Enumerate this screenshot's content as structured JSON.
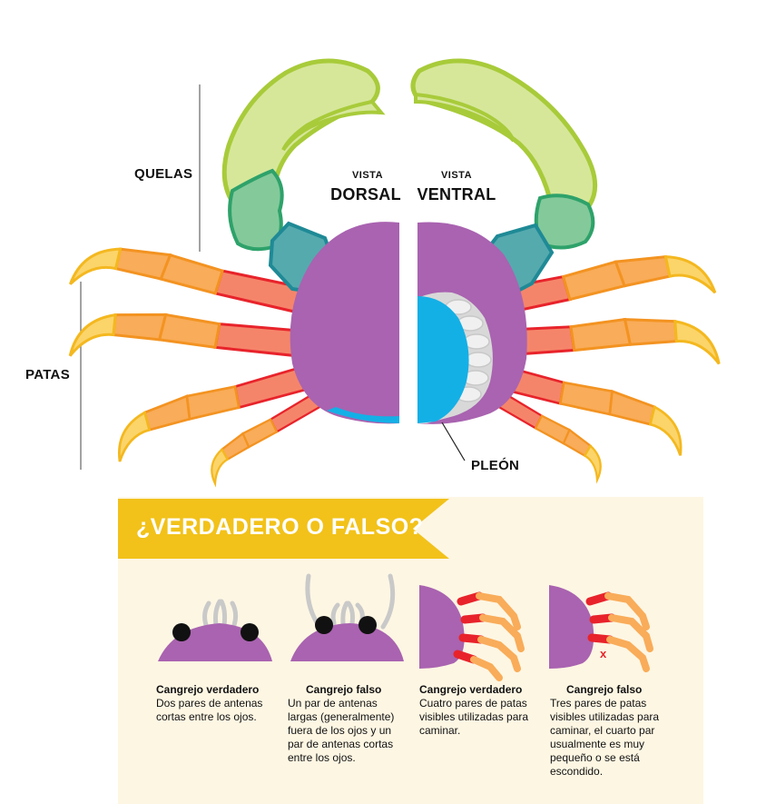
{
  "labels": {
    "quelas": "QUELAS",
    "patas": "PATAS",
    "pleon": "PLEÓN",
    "dorsal_small": "VISTA",
    "dorsal_big": "DORSAL",
    "ventral_small": "VISTA",
    "ventral_big": "VENTRAL"
  },
  "quiz": {
    "title": "¿VERDADERO O FALSO?",
    "cards": [
      {
        "heading": "Cangrejo verdadero",
        "lines": [
          "Dos pares de antenas",
          "cortas entre los ojos."
        ]
      },
      {
        "heading": "Cangrejo falso",
        "lines": [
          "Un par de antenas",
          "largas (generalmente)",
          "fuera de los ojos y un",
          "par de antenas cortas",
          "entre los ojos."
        ]
      },
      {
        "heading": "Cangrejo verdadero",
        "lines": [
          "Cuatro pares de patas",
          "visibles utilizadas para",
          "caminar."
        ]
      },
      {
        "heading": "Cangrejo falso",
        "lines": [
          "Tres pares de patas",
          "visibles utilizadas para",
          "caminar, el cuarto par",
          "usualmente es muy",
          "pequeño o se está",
          "escondido."
        ]
      }
    ],
    "missing_mark": "x"
  },
  "colors": {
    "carapace": "#a963b0",
    "claw_light": "#d6e79a",
    "claw_stroke": "#a8cb3a",
    "claw_mid": "#84c99a",
    "claw_teal": "#55aaae",
    "leg_red": "#f5856a",
    "leg_orange": "#f9ac59",
    "leg_yellow": "#fbd46a",
    "plate_blue": "#13b0e6",
    "banner": "#f2c21a",
    "panel": "#fdf6e3"
  }
}
